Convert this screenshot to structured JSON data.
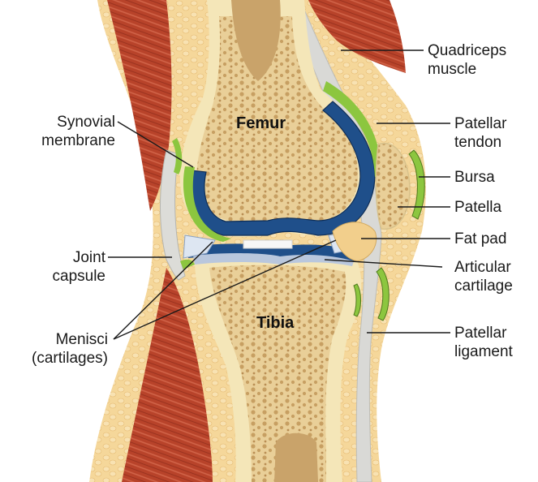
{
  "diagram": {
    "bones": {
      "femur": "Femur",
      "tibia": "Tibia"
    },
    "labels": {
      "quadriceps": [
        "Quadriceps",
        "muscle"
      ],
      "synovial": [
        "Synovial",
        "membrane"
      ],
      "patellar_tendon": [
        "Patellar",
        "tendon"
      ],
      "bursa": [
        "Bursa"
      ],
      "patella": [
        "Patella"
      ],
      "fat_pad": [
        "Fat pad"
      ],
      "joint_capsule": [
        "Joint",
        "capsule"
      ],
      "articular_cartilage": [
        "Articular",
        "cartilage"
      ],
      "menisci": [
        "Menisci",
        "(cartilages)"
      ],
      "patellar_ligament": [
        "Patellar",
        "ligament"
      ]
    },
    "colors": {
      "muscle": "#b8432a",
      "bone": "#f4e4b0",
      "marrow": "#c9a877",
      "cartilage": "#1f4f8a",
      "synovial": "#8cc63f",
      "fat": "#f2cf8c",
      "tendon": "#d9d9d6"
    }
  }
}
